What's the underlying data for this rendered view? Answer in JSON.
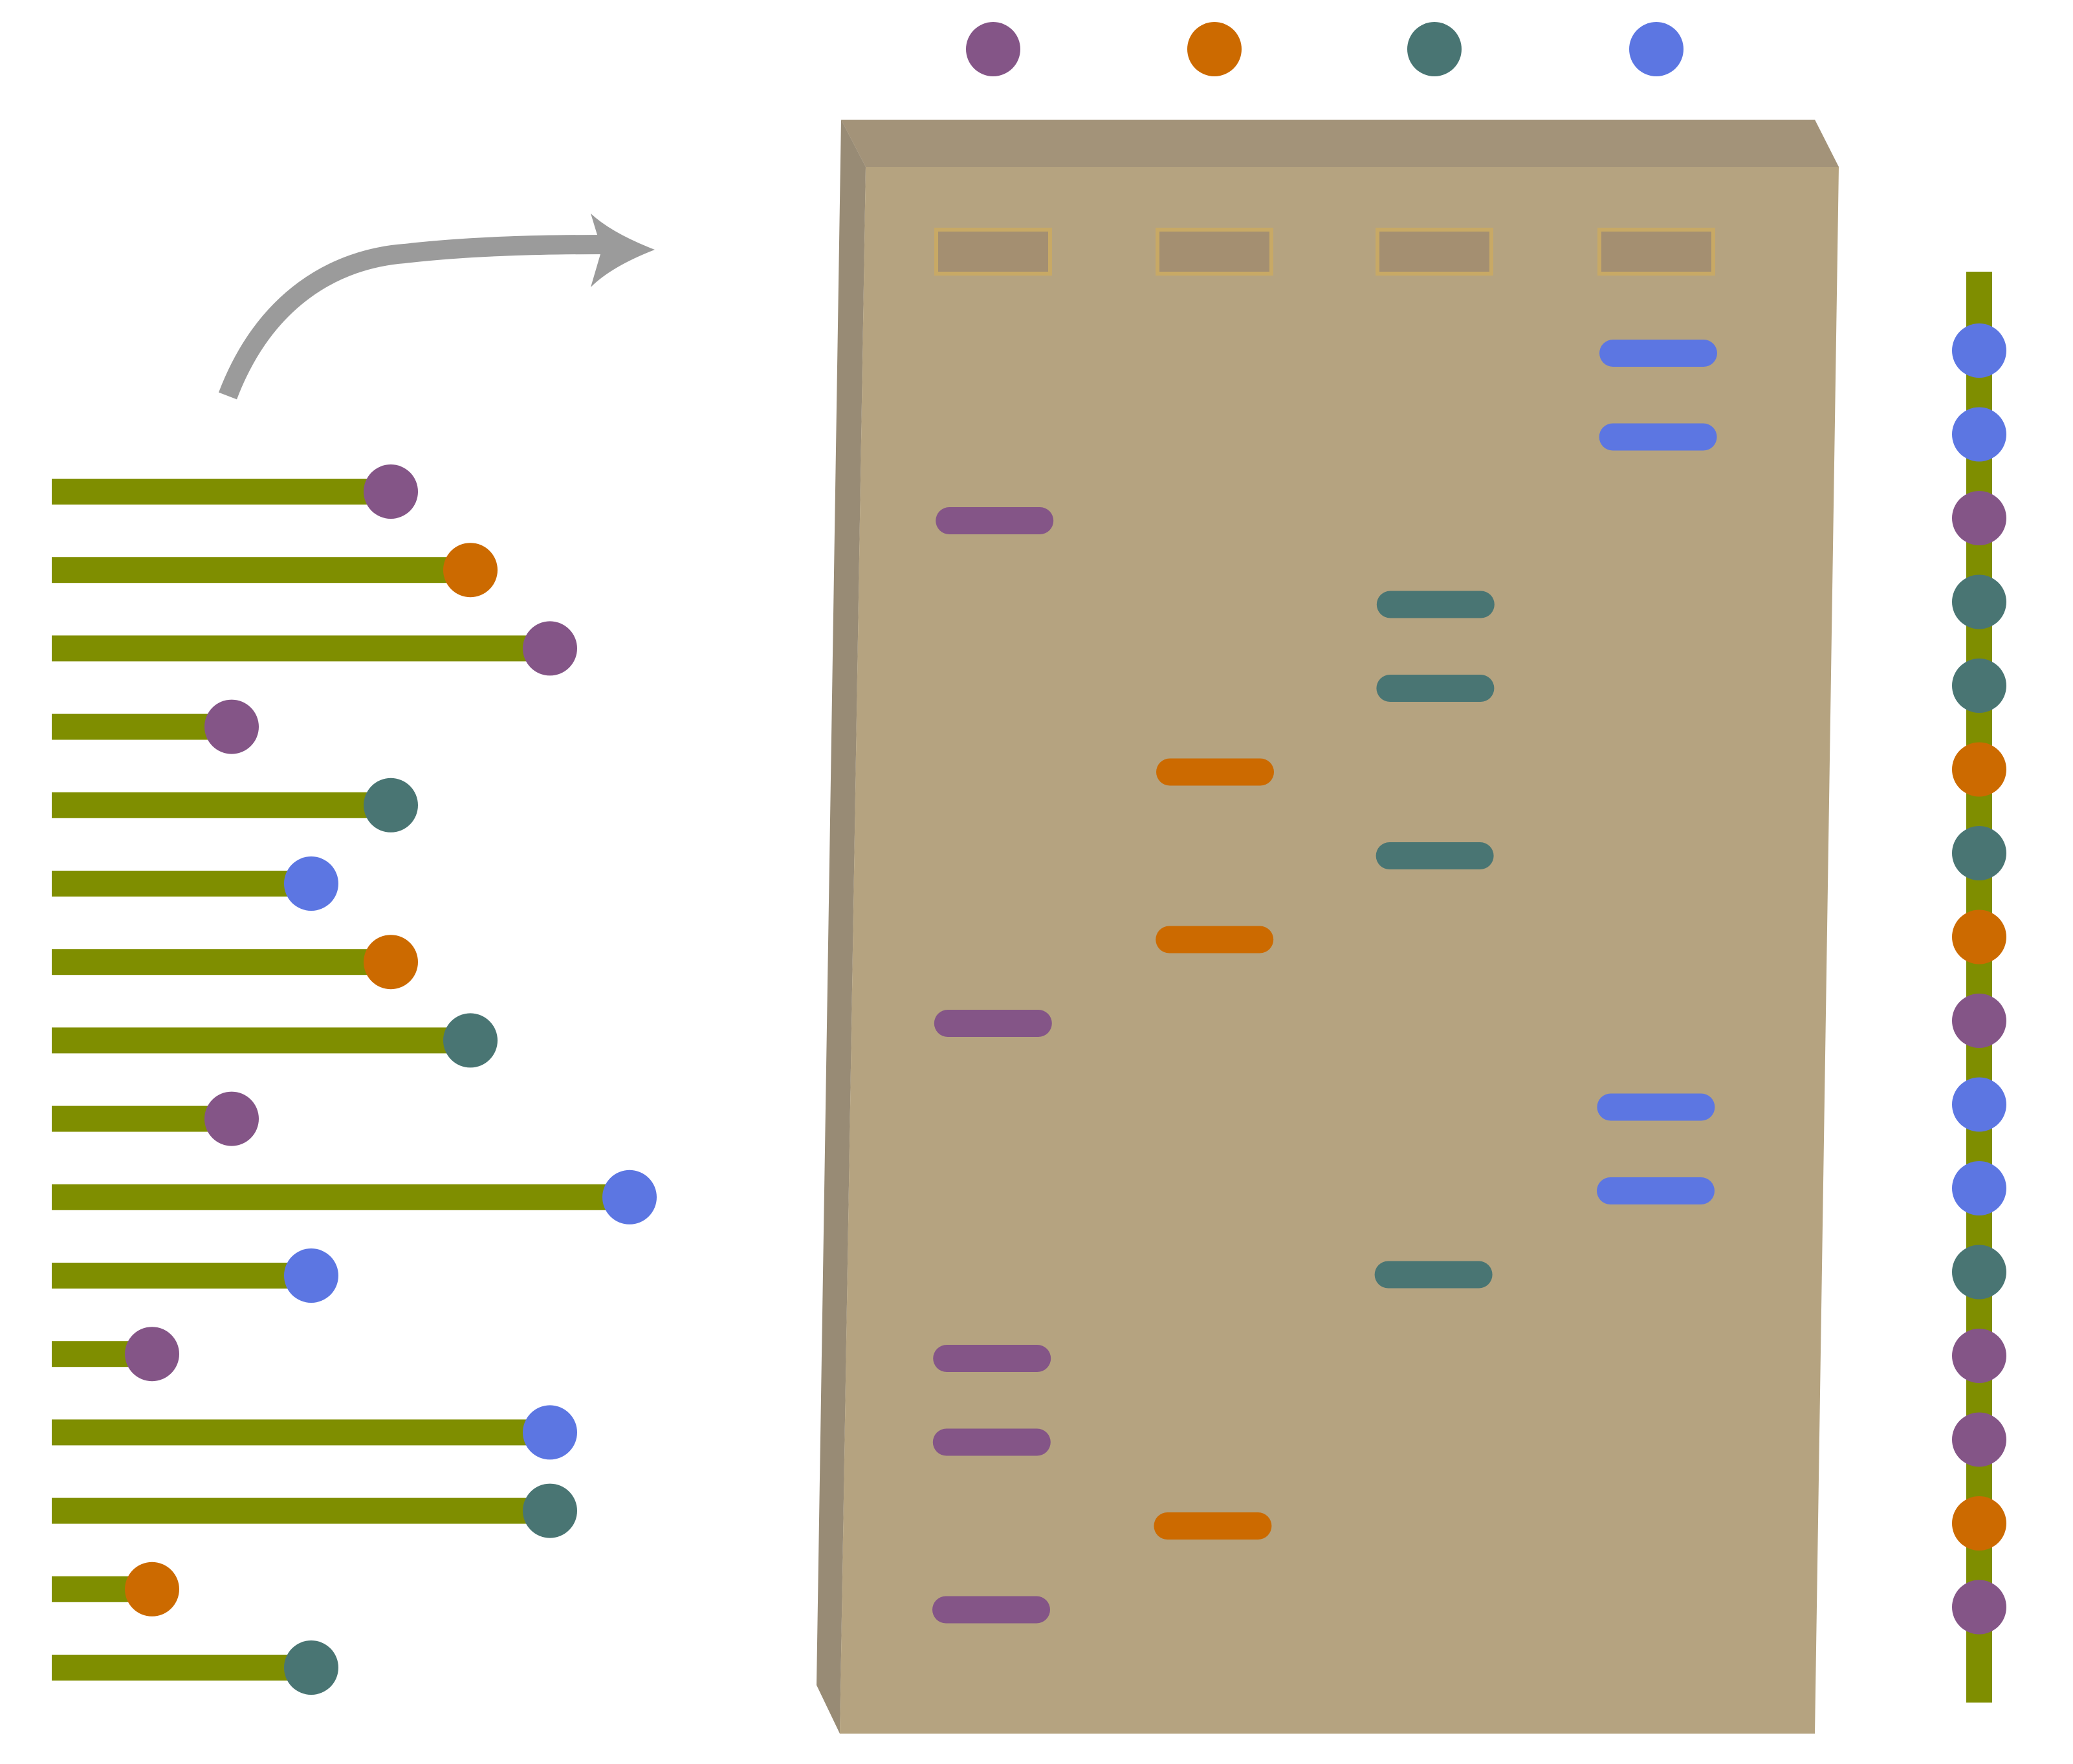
{
  "colors": {
    "A": "#845587",
    "C": "#cc6a00",
    "G": "#497573",
    "T": "#5c76e2",
    "strand": "#7f8e00",
    "gel_front": "#b5a380",
    "gel_top": "#a39379",
    "gel_side": "#988b75",
    "well": "#a48f71",
    "well_border": "#c8a965",
    "arrow": "#9b9b9b"
  },
  "lane_order": [
    "A",
    "C",
    "G",
    "T"
  ],
  "fragments": [
    {
      "end": "A",
      "length": 4
    },
    {
      "end": "C",
      "length": 5
    },
    {
      "end": "A",
      "length": 6
    },
    {
      "end": "A",
      "length": 2
    },
    {
      "end": "G",
      "length": 4
    },
    {
      "end": "T",
      "length": 3
    },
    {
      "end": "C",
      "length": 4
    },
    {
      "end": "G",
      "length": 5
    },
    {
      "end": "A",
      "length": 2
    },
    {
      "end": "T",
      "length": 7
    },
    {
      "end": "T",
      "length": 3
    },
    {
      "end": "A",
      "length": 1
    },
    {
      "end": "T",
      "length": 6
    },
    {
      "end": "G",
      "length": 6
    },
    {
      "end": "C",
      "length": 1
    },
    {
      "end": "G",
      "length": 3
    }
  ],
  "bands": [
    {
      "lane": "T",
      "row": 1
    },
    {
      "lane": "T",
      "row": 2
    },
    {
      "lane": "A",
      "row": 3
    },
    {
      "lane": "G",
      "row": 4
    },
    {
      "lane": "G",
      "row": 5
    },
    {
      "lane": "C",
      "row": 6
    },
    {
      "lane": "G",
      "row": 7
    },
    {
      "lane": "C",
      "row": 8
    },
    {
      "lane": "A",
      "row": 9
    },
    {
      "lane": "T",
      "row": 10
    },
    {
      "lane": "T",
      "row": 11
    },
    {
      "lane": "G",
      "row": 12
    },
    {
      "lane": "A",
      "row": 13
    },
    {
      "lane": "A",
      "row": 14
    },
    {
      "lane": "C",
      "row": 15
    },
    {
      "lane": "A",
      "row": 16
    }
  ],
  "sequence": [
    "T",
    "T",
    "A",
    "G",
    "G",
    "C",
    "G",
    "C",
    "A",
    "T",
    "T",
    "G",
    "A",
    "A",
    "C",
    "A"
  ]
}
